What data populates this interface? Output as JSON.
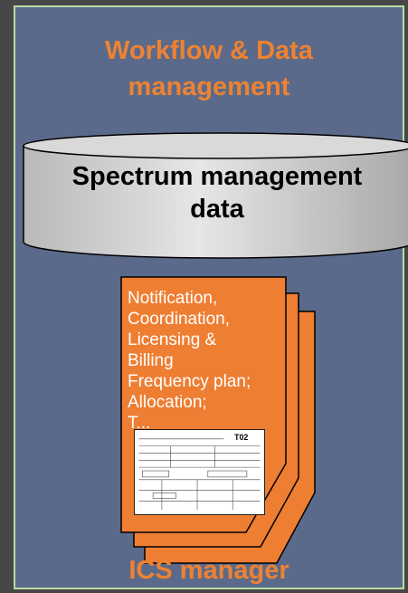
{
  "workflow_title": [
    "Workflow & Data",
    "management"
  ],
  "database": {
    "label_lines": [
      "Spectrum management",
      "data"
    ]
  },
  "documents": {
    "lines": [
      "Notification,",
      "Coordination,",
      "Licensing &",
      "Billing",
      "Frequency plan;",
      "Allocation;",
      "T..."
    ],
    "form_code": "T02"
  },
  "manager_title": "ICS manager",
  "colors": {
    "background": "#474747",
    "panel": "#5b6a8a",
    "panel_border": "#b9dca4",
    "title_orange": "#ee8232",
    "doc_orange": "#ee7e32",
    "cylinder_fill": "#d0d0d0"
  }
}
